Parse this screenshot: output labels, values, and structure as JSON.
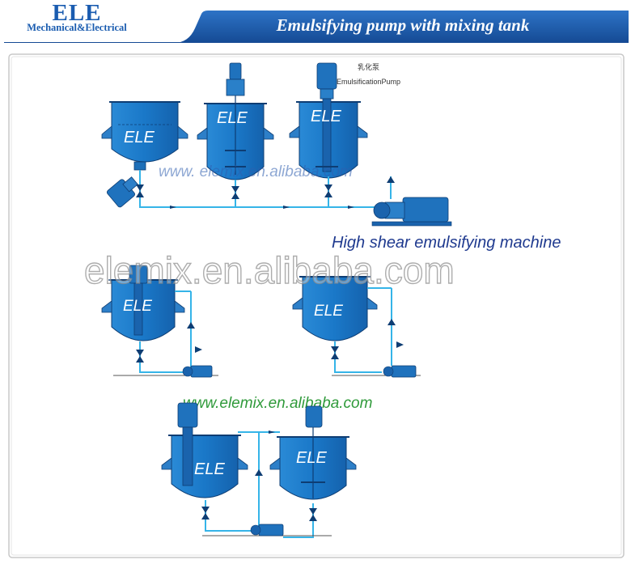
{
  "header": {
    "brand_name": "ELE",
    "brand_subtitle": "Mechanical&Electrical",
    "title": "Emulsifying  pump with mixing tank"
  },
  "diagram": {
    "pump_label_cn": "乳化泵",
    "pump_label_en": "EmulsificationPump",
    "section_label": "High shear emulsifying machine",
    "watermark_big": "elemix.en.alibaba.com",
    "watermark_url": "www. elemix.en.alibaba.com",
    "green_url": "www.elemix.en.alibaba.com",
    "tank_label": "ELE"
  },
  "colors": {
    "header_blue": "#1e57a8",
    "tank_blue": "#1a78c8",
    "pipe_cyan": "#35b4e8",
    "brand_blue": "#1a5cb0",
    "section_navy": "#1f3a8f",
    "url_green": "#2f9a3a"
  }
}
